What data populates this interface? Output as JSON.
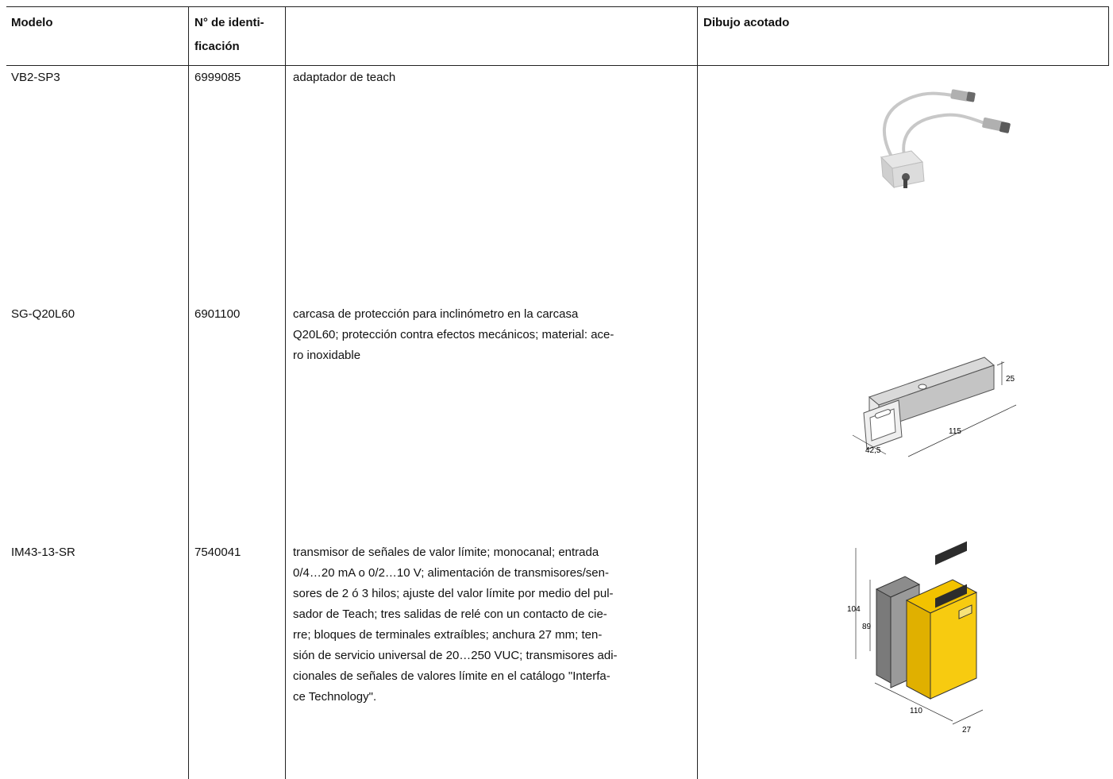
{
  "header": {
    "col_model": "Modelo",
    "col_id_line1": "N° de identi-",
    "col_id_line2": "ficación",
    "col_desc": "",
    "col_drawing": "Dibujo acotado"
  },
  "rows": [
    {
      "model": "VB2-SP3",
      "id": "6999085",
      "desc": [
        "adaptador de teach"
      ],
      "drawing_icon": "teach-adapter-cable"
    },
    {
      "model": "SG-Q20L60",
      "id": "6901100",
      "desc": [
        "carcasa de protección para inclinómetro en la carcasa",
        "Q20L60; protección contra efectos mecánicos; material: ace-",
        "ro inoxidable"
      ],
      "drawing_icon": "protective-housing-drawing",
      "dims": {
        "height": "25",
        "length": "115",
        "width": "42,5"
      }
    },
    {
      "model": "IM43-13-SR",
      "id": "7540041",
      "desc": [
        "transmisor de señales de valor límite; monocanal; entrada",
        "0/4…20 mA o 0/2…10 V; alimentación de transmisores/sen-",
        "sores de 2 ó 3 hilos; ajuste del valor límite por medio del pul-",
        "sador de Teach; tres salidas de relé con un contacto de cie-",
        "rre; bloques de terminales extraíbles; anchura 27 mm; ten-",
        "sión de servicio universal de 20…250 VUC; transmisores adi-",
        "cionales de señales de valores límite en el catálogo \"Interfa-",
        "ce Technology\"."
      ],
      "drawing_icon": "limit-value-transmitter-drawing",
      "dims": {
        "height": "104",
        "inner_height": "89",
        "depth": "110",
        "width": "27"
      }
    }
  ]
}
